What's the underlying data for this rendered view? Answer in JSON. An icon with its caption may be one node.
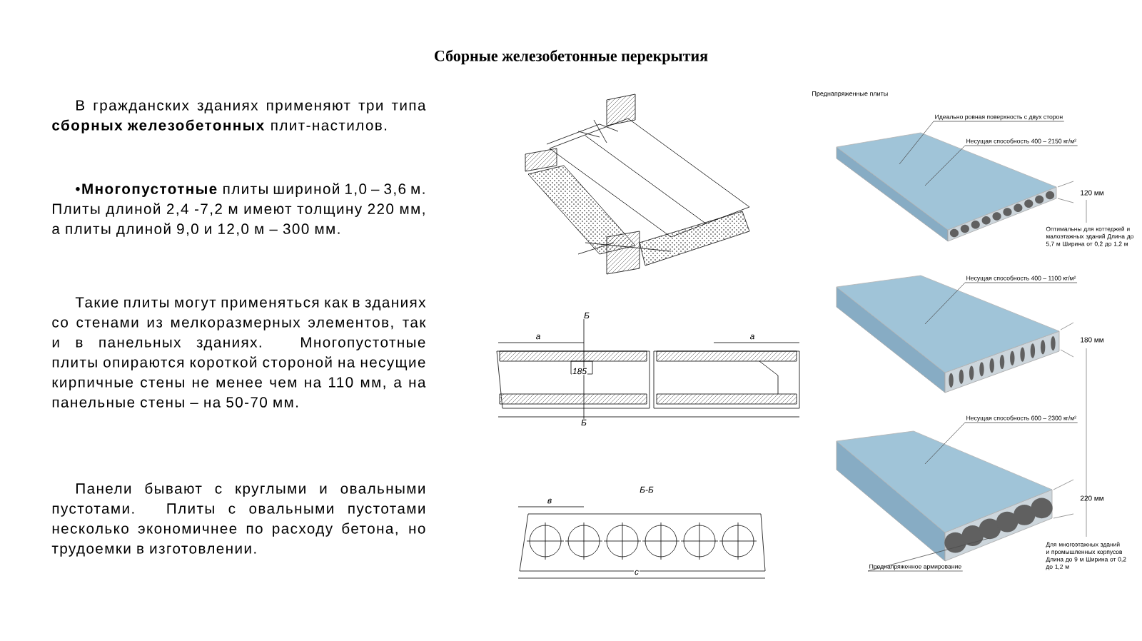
{
  "diagram": {
    "title": "Сборные железобетонные перекрытия",
    "nodes": [
      {
        "text": [],
        "shape": "picture"
      },
      {
        "text": [],
        "shape": "picture"
      },
      {
        "text": [],
        "shape": "picture"
      },
      {
        "text": [
          "Идеально ровная поверхность с двух сторон"
        ]
      },
      {
        "text": [
          "Несущая способность 400 – 2150 кг/м²"
        ]
      },
      {
        "text": [
          "Несущая способность 400 – 1100 кг/м²"
        ]
      },
      {
        "text": [
          "Несущая способность 600 – 2300 кг/м²"
        ]
      },
      {
        "text": [
          "Преднапряженное армирование"
        ]
      }
    ],
    "edges": [
      {
        "from": 3,
        "to": 0,
        "arrow": "none"
      },
      {
        "from": 4,
        "to": 0,
        "arrow": "none"
      },
      {
        "from": 5,
        "to": 1,
        "arrow": "none"
      },
      {
        "from": 6,
        "to": 2,
        "arrow": "none"
      },
      {
        "from": 7,
        "to": 2,
        "arrow": "none"
      }
    ],
    "labels": [
      "В гражданских зданиях применяют три типа **сборных железобетонных** плит-настилов.",
      "•**Многопустотные** плиты шириной 1,0 – 3,6 м. Плиты длиной 2,4 -7,2 м имеют толщину 220 мм, а плиты длиной 9,0 и 12,0 м – 300 мм.",
      "Такие плиты могут применяться как в зданиях со стенами из мелкоразмерных элементов, так и в панельных зданиях. Многопустотные плиты опираются короткой стороной на несущие кирпичные стены не менее чем на 110 мм, а на панельные стены – на 50-70 мм.",
      "Панели бывают с круглыми и овальными пустотами. Плиты с овальными пустотами несколько экономичнее по расходу бетона, но трудоемки в изготовлении.",
      "Б",
      "а",
      "185",
      "а",
      "Б",
      "Б-Б",
      "в",
      "с",
      "Преднапряженные плиты",
      "120 мм",
      "Оптимальны для коттеджей и малоэтажных зданий Длина до 5,7 м Ширина от 0,2 до 1,2 м",
      "180 мм",
      "220 мм",
      "Для многоэтажных зданий и промышленных корпусов Длина до 9 м Ширина от 0,2 до 1,2 м"
    ]
  }
}
